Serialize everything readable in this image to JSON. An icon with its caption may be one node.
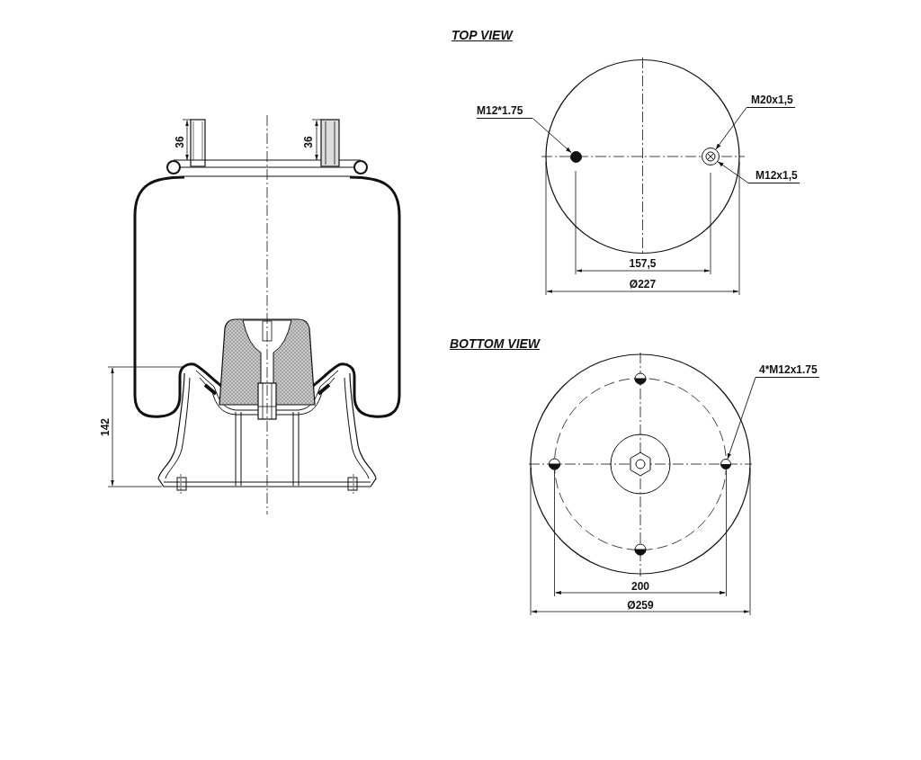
{
  "diagram": {
    "nodes": [
      {
        "text": [
          "M12*1.75"
        ]
      },
      {
        "text": [],
        "shape": "circle"
      },
      {
        "text": [
          "M20x1,5"
        ]
      },
      {
        "text": [],
        "shape": "circle"
      },
      {
        "text": [
          "M12x1,5"
        ]
      },
      {
        "text": [
          "4*M12x1.75"
        ]
      },
      {
        "text": [],
        "shape": "circle"
      }
    ],
    "edges": [
      {
        "from": 0,
        "to": 1,
        "arrow": "to"
      },
      {
        "from": 2,
        "to": 3,
        "arrow": "to"
      },
      {
        "from": 4,
        "to": 3,
        "arrow": "to"
      },
      {
        "from": 5,
        "to": 6,
        "arrow": "to"
      }
    ],
    "labels": [
      "TOP VIEW",
      "36",
      "36",
      "157,5",
      "Ø227",
      "BOTTOM VIEW",
      "142",
      "200",
      "Ø259"
    ]
  }
}
